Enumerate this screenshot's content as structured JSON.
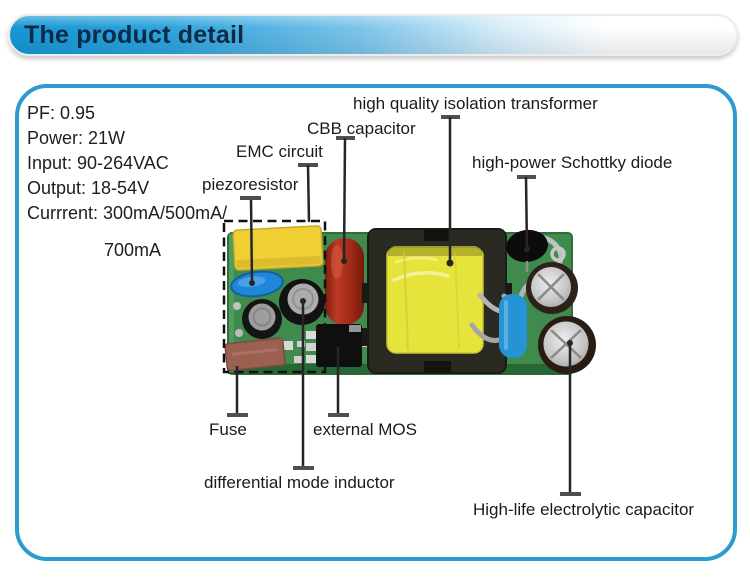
{
  "header": {
    "title": "The product detail"
  },
  "specs": {
    "pf": "PF: 0.95",
    "power": "Power: 21W",
    "input": "Input: 90-264VAC",
    "output": "Output: 18-54V",
    "current_line1": "Currrent: 300mA/500mA/",
    "current_line2": "700mA"
  },
  "annotations": {
    "transformer": "high quality isolation transformer",
    "cbb_capacitor": "CBB capacitor",
    "emc_circuit": "EMC circuit",
    "piezoresistor": "piezoresistor",
    "schottky_diode": "high-power Schottky diode",
    "fuse": "Fuse",
    "external_mos": "external MOS",
    "inductor": "differential mode inductor",
    "electrolytic_capacitor": "High-life electrolytic capacitor"
  },
  "colors": {
    "frame_border": "#2E9BCE",
    "header_blue": "#1697D5",
    "pcb_green": "#3E8B4D",
    "film_cap_yellow": "#EFCF33",
    "cbb_red": "#A93120",
    "varistor_blue": "#1E86DB",
    "fuse_brown": "#9C6051",
    "transformer_tape_yellow": "#E6E33B",
    "component_blue": "#2593D4"
  }
}
